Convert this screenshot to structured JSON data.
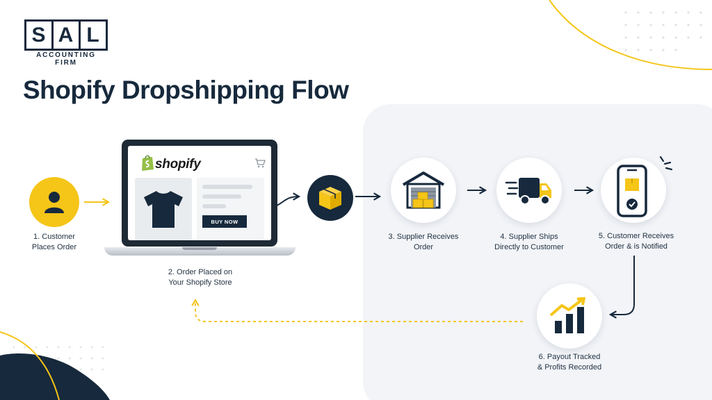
{
  "logo": {
    "letters": [
      "S",
      "A",
      "L"
    ],
    "subtitle": "ACCOUNTING FIRM"
  },
  "title": "Shopify Dropshipping Flow",
  "store": {
    "brand": "shopify",
    "button": "BUY NOW"
  },
  "steps": [
    {
      "icon": "person-icon",
      "label_lines": [
        "1. Customer",
        "Places Order"
      ]
    },
    {
      "icon": "laptop-store-icon",
      "label_lines": [
        "2. Order Placed on",
        "Your Shopify Store"
      ]
    },
    {
      "icon": "package-icon",
      "label_lines": []
    },
    {
      "icon": "warehouse-icon",
      "label_lines": [
        "3. Supplier Receives",
        "Order"
      ]
    },
    {
      "icon": "delivery-truck-icon",
      "label_lines": [
        "4. Supplier Ships",
        "Directly to Customer"
      ]
    },
    {
      "icon": "phone-notification-icon",
      "label_lines": [
        "5. Customer Receives",
        "Order & is Notified"
      ]
    },
    {
      "icon": "growth-chart-icon",
      "label_lines": [
        "6. Payout Tracked",
        "& Profits Recorded"
      ]
    }
  ],
  "colors": {
    "navy": "#17293c",
    "yellow": "#f5c518",
    "background_panel": "#f2f4f8"
  }
}
